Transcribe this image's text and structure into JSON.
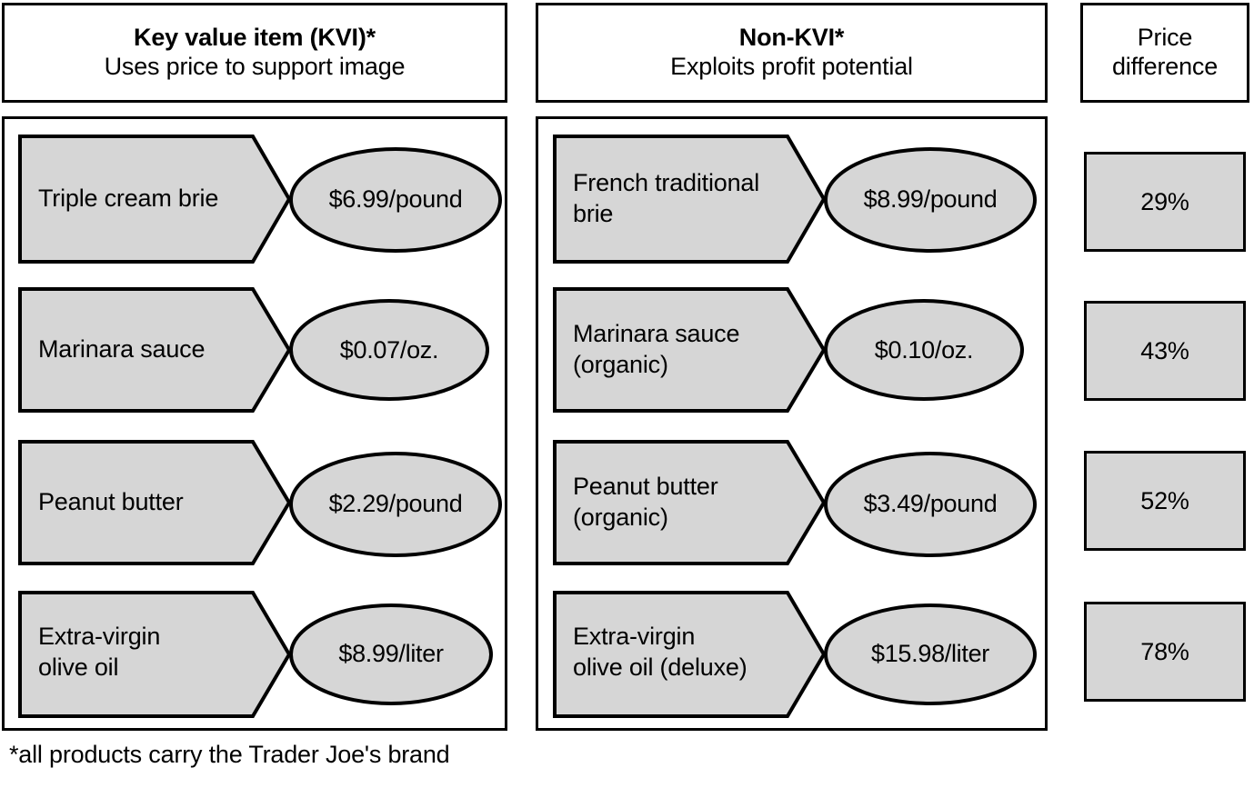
{
  "headers": {
    "kvi": {
      "title": "Key value item (KVI)*",
      "subtitle": "Uses price to support image"
    },
    "non_kvi": {
      "title": "Non-KVI*",
      "subtitle": "Exploits profit potential"
    },
    "price_difference": {
      "line1": "Price",
      "line2": "difference"
    }
  },
  "colors": {
    "shape_fill": "#d6d6d6",
    "outline": "#000000",
    "background": "#ffffff"
  },
  "rows": [
    {
      "kvi_product": "Triple cream brie",
      "kvi_price": "$6.99/pound",
      "non_kvi_product": "French traditional\nbrie",
      "non_kvi_price": "$8.99/pound",
      "price_difference": "29%"
    },
    {
      "kvi_product": "Marinara sauce",
      "kvi_price": "$0.07/oz.",
      "non_kvi_product": "Marinara sauce\n(organic)",
      "non_kvi_price": "$0.10/oz.",
      "price_difference": "43%"
    },
    {
      "kvi_product": "Peanut butter",
      "kvi_price": "$2.29/pound",
      "non_kvi_product": "Peanut butter\n(organic)",
      "non_kvi_price": "$3.49/pound",
      "price_difference": "52%"
    },
    {
      "kvi_product": "Extra-virgin\nolive oil",
      "kvi_price": "$8.99/liter",
      "non_kvi_product": "Extra-virgin\nolive oil (deluxe)",
      "non_kvi_price": "$15.98/liter",
      "price_difference": "78%"
    }
  ],
  "footnote": "*all products carry the Trader Joe's brand"
}
